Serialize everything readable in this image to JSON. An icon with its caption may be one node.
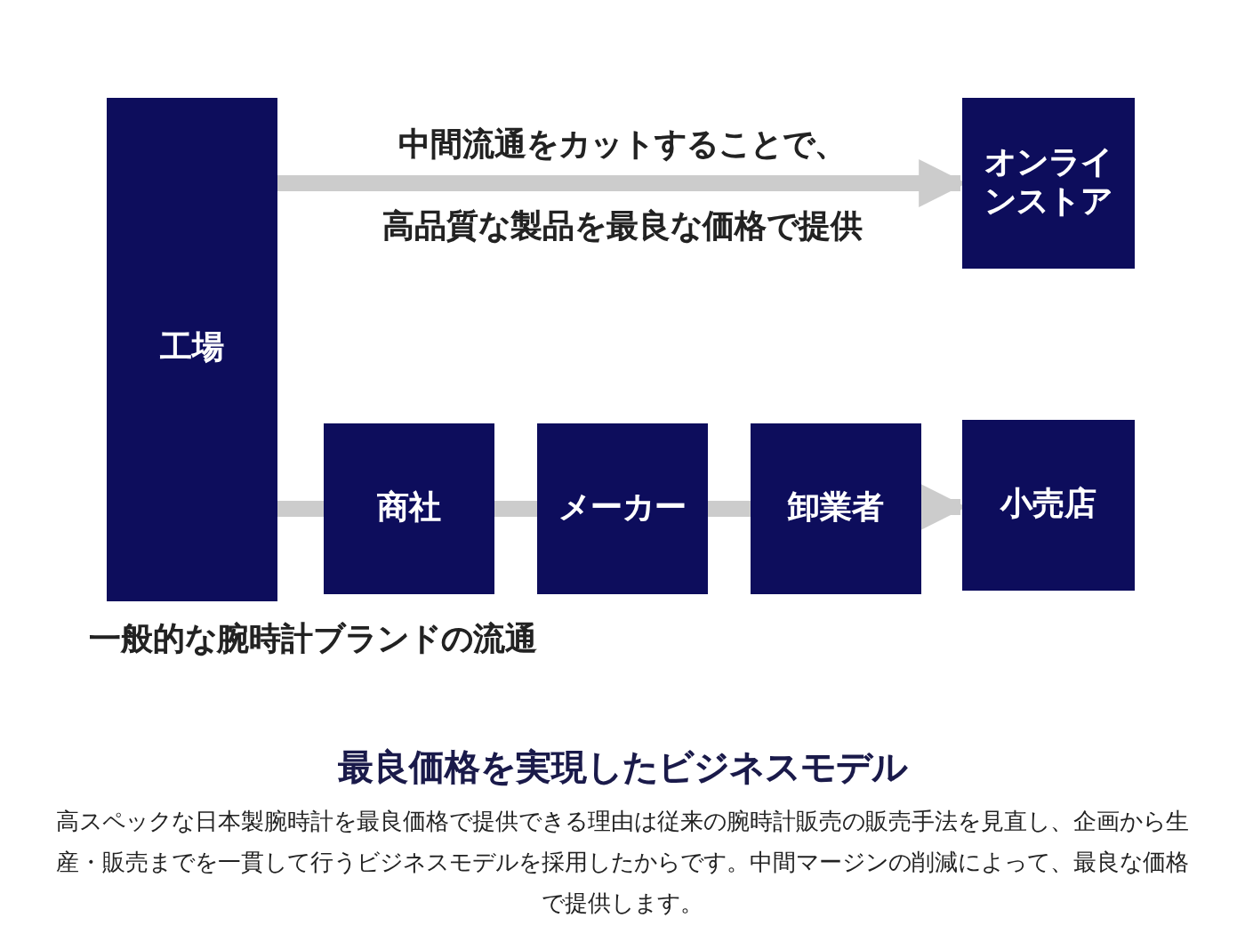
{
  "diagram": {
    "nodes": [
      {
        "text": [
          "工場"
        ]
      },
      {
        "text": [
          "オンラインストア"
        ]
      },
      {
        "text": [
          "商社"
        ]
      },
      {
        "text": [
          "メーカー"
        ]
      },
      {
        "text": [
          "卸業者"
        ]
      },
      {
        "text": [
          "小売店"
        ]
      }
    ],
    "edges": [
      {
        "from": 0,
        "to": 1,
        "arrow": "to"
      },
      {
        "from": 0,
        "to": 2,
        "arrow": "none"
      },
      {
        "from": 2,
        "to": 3,
        "arrow": "none"
      },
      {
        "from": 3,
        "to": 4,
        "arrow": "none"
      },
      {
        "from": 4,
        "to": 5,
        "arrow": "to"
      }
    ],
    "labels": [
      "中間流通をカットすることで、",
      "高品質な製品を最良な価格で提供",
      "一般的な腕時計ブランドの流通",
      "最良価格を実現したビジネスモデル",
      "高スペックな日本製腕時計を最良価格で提供できる理由は従来の腕時計販売の販売手法を見直し、企画から生産・販売までを一貫して行うビジネスモデルを採用したからです。中間マージンの削減によって、最良な価格で提供します。"
    ]
  }
}
